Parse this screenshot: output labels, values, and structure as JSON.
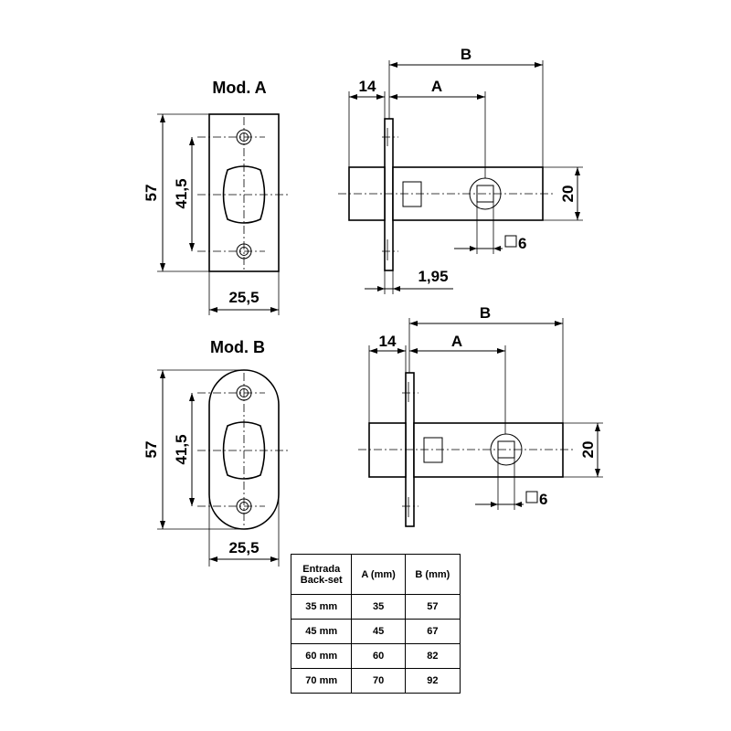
{
  "models": {
    "a": {
      "title": "Mod. A"
    },
    "b": {
      "title": "Mod. B"
    }
  },
  "dimensions": {
    "height": "57",
    "hole_spacing": "41,5",
    "width": "25,5",
    "backplate_offset": "14",
    "backset": "A",
    "total_length": "B",
    "body_height": "20",
    "square_hole": "6",
    "plate_thickness": "1,95"
  },
  "table": {
    "header": {
      "backset_line1": "Entrada",
      "backset_line2": "Back-set",
      "a": "A (mm)",
      "b": "B (mm)"
    },
    "rows": [
      {
        "backset": "35 mm",
        "a": "35",
        "b": "57"
      },
      {
        "backset": "45 mm",
        "a": "45",
        "b": "67"
      },
      {
        "backset": "60 mm",
        "a": "60",
        "b": "82"
      },
      {
        "backset": "70 mm",
        "a": "70",
        "b": "92"
      }
    ]
  }
}
